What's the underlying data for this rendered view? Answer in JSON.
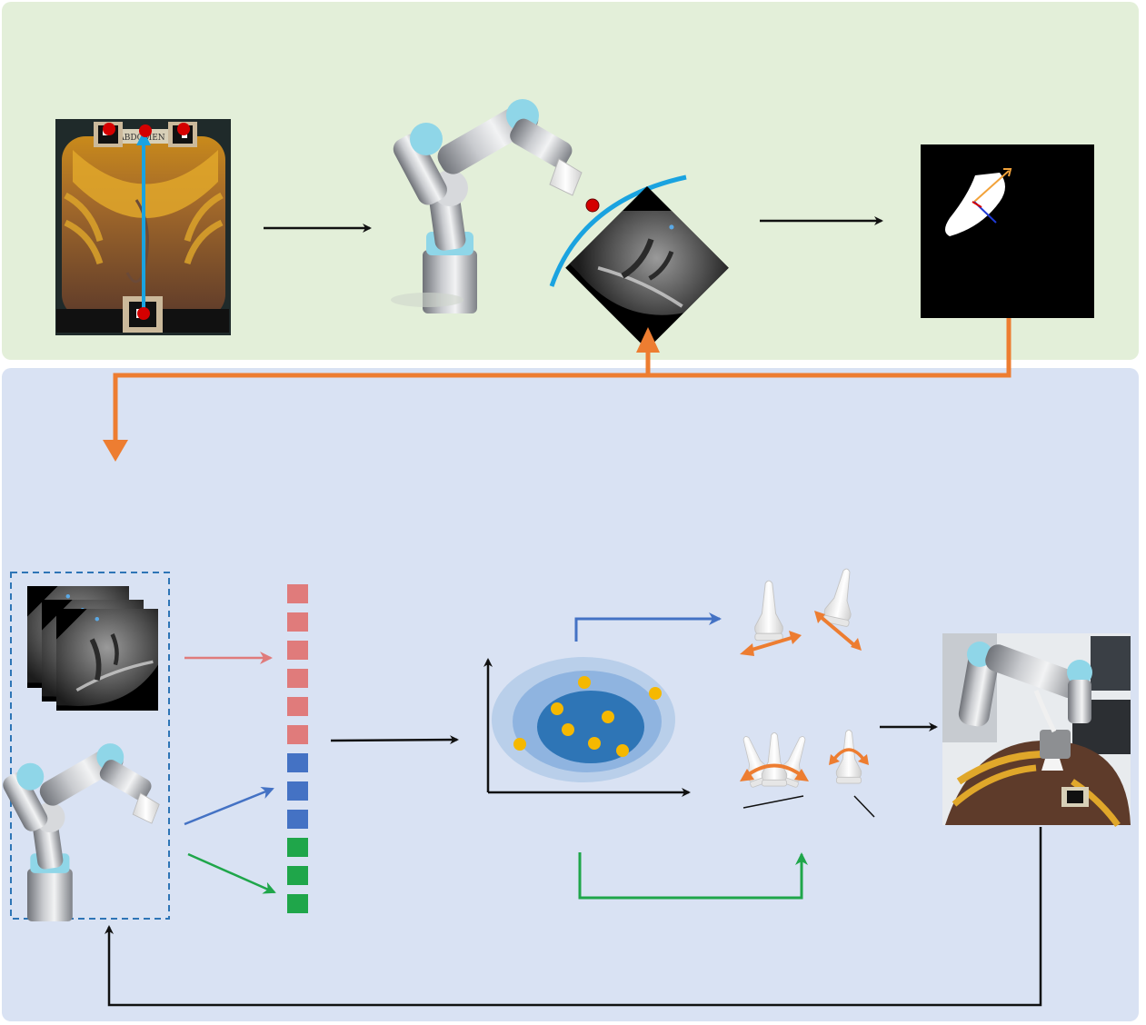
{
  "panels": {
    "top": {
      "name": "localization-stage",
      "color": "#e3efd9"
    },
    "bottom": {
      "name": "navigation-stage",
      "color": "#d9e2f3"
    }
  },
  "phantom": {
    "label_text": "ABDOMEN",
    "marker_icons": [
      "aruco-marker-icon",
      "aruco-marker-icon",
      "aruco-marker-icon"
    ]
  },
  "colors": {
    "flow_orange": "#ed7d31",
    "flow_black": "#111111",
    "scan_arc": "#1aa3e0",
    "red_marker": "#d40000",
    "image_feature": "#e07b7b",
    "robot_feature": "#4472c4",
    "force_feature": "#1fa64a",
    "gauss_outer": "#b9cfea",
    "gauss_mid": "#8fb4e0",
    "gauss_inner": "#2e75b6",
    "sample_point": "#f5b800"
  },
  "feature_vector": {
    "segments": [
      {
        "group": "image",
        "count": 6
      },
      {
        "group": "robot",
        "count": 3
      },
      {
        "group": "force",
        "count": 3
      }
    ]
  },
  "gaussian": {
    "samples": 8
  },
  "probe_actions": [
    {
      "icon": "probe-translate-icon"
    },
    {
      "icon": "probe-tilt-icon"
    },
    {
      "icon": "probe-rotate-icon"
    },
    {
      "icon": "probe-spin-icon"
    }
  ]
}
